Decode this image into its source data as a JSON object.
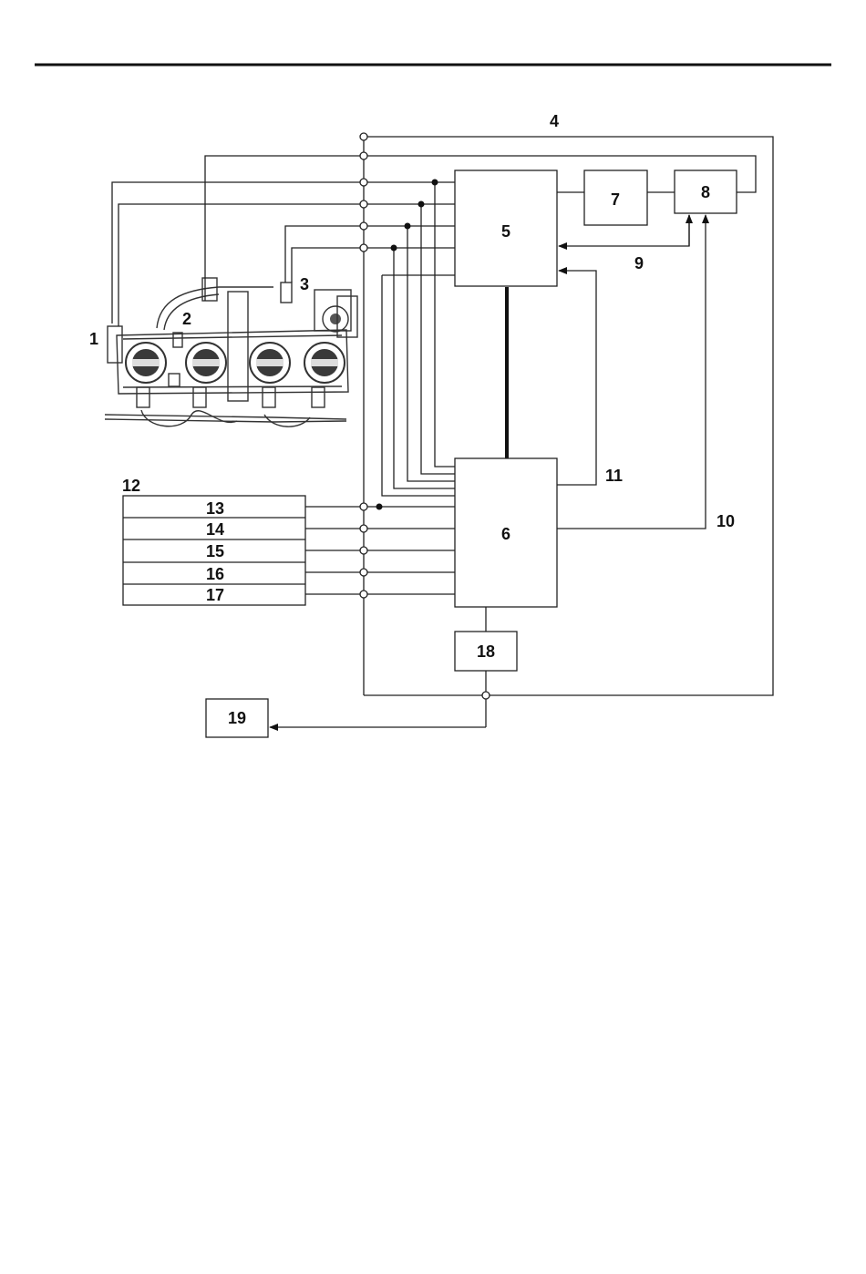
{
  "callouts": {
    "c1": "1",
    "c2": "2",
    "c3": "3",
    "c4": "4",
    "c9": "9",
    "c10": "10",
    "c11": "11",
    "c12": "12"
  },
  "boxes": {
    "b5": "5",
    "b6": "6",
    "b7": "7",
    "b8": "8",
    "b13": "13",
    "b14": "14",
    "b15": "15",
    "b16": "16",
    "b17": "17",
    "b18": "18",
    "b19": "19"
  }
}
